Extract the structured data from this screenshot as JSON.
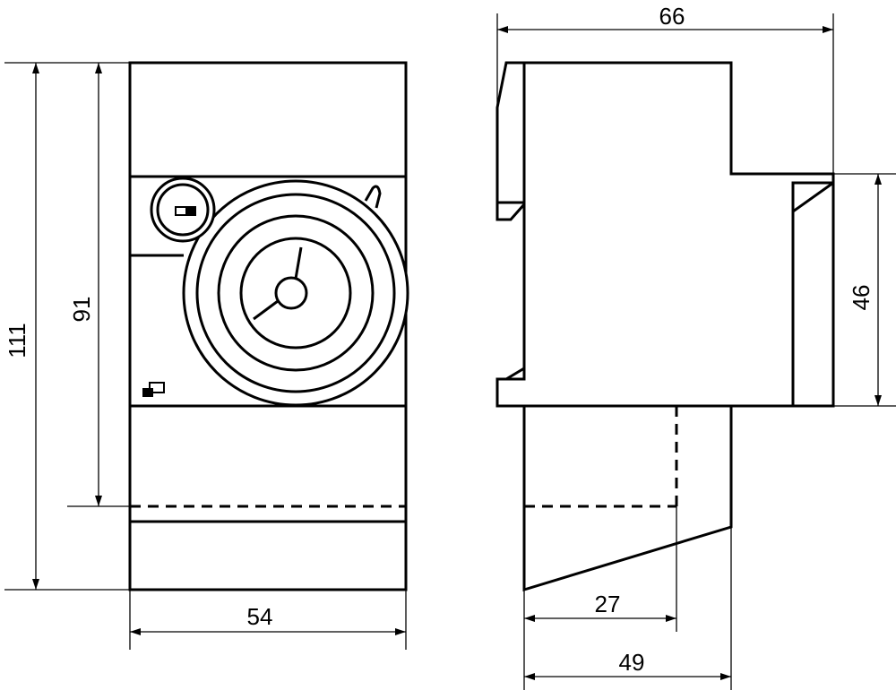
{
  "dimensions": {
    "total_height": "111",
    "front_height": "91",
    "front_width": "54",
    "total_depth": "66",
    "rail_height": "46",
    "depth_front": "27",
    "depth_bottom": "49"
  },
  "colors": {
    "line": "#000000",
    "background": "#ffffff"
  }
}
